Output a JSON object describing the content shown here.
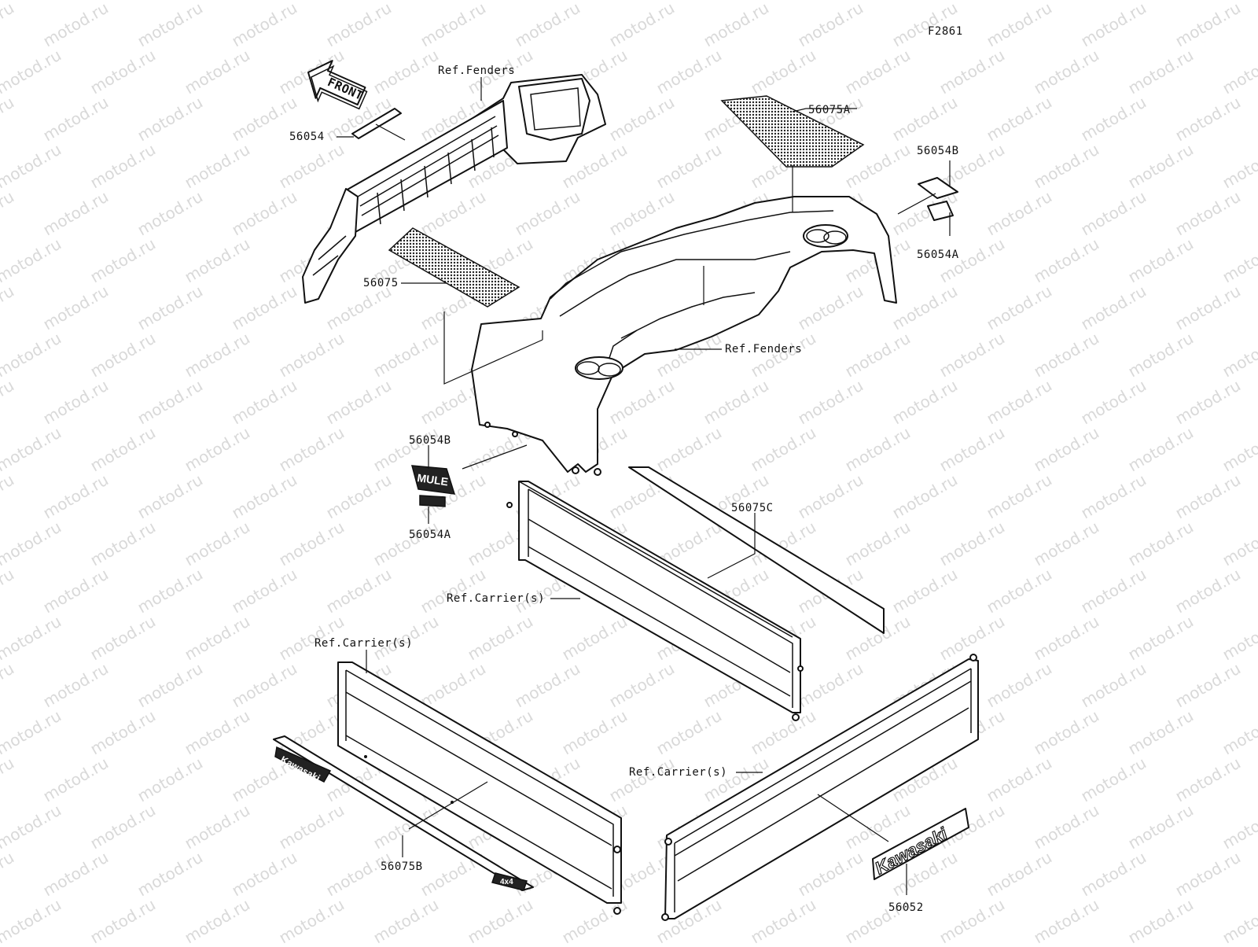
{
  "figure_id": "F2861",
  "front_arrow": "FRONT",
  "watermark": "motod.ru",
  "labels": {
    "l_56054": "56054",
    "l_ref_fenders_top": "Ref.Fenders",
    "l_56075A": "56075A",
    "l_56054B_right": "56054B",
    "l_56054A_right": "56054A",
    "l_56075": "56075",
    "l_ref_fenders_mid": "Ref.Fenders",
    "l_56054B_left": "56054B",
    "l_56054A_left": "56054A",
    "l_56075C": "56075C",
    "l_ref_carrier_1": "Ref.Carrier(s)",
    "l_ref_carrier_2": "Ref.Carrier(s)",
    "l_ref_carrier_3": "Ref.Carrier(s)",
    "l_56075B": "56075B",
    "l_56052": "56052"
  },
  "decal_text": {
    "mule": "MULE",
    "kawasaki_tailgate": "Kawasaki",
    "kawasaki_strip": "Kawasaki",
    "badge_4x4": "4x4"
  }
}
